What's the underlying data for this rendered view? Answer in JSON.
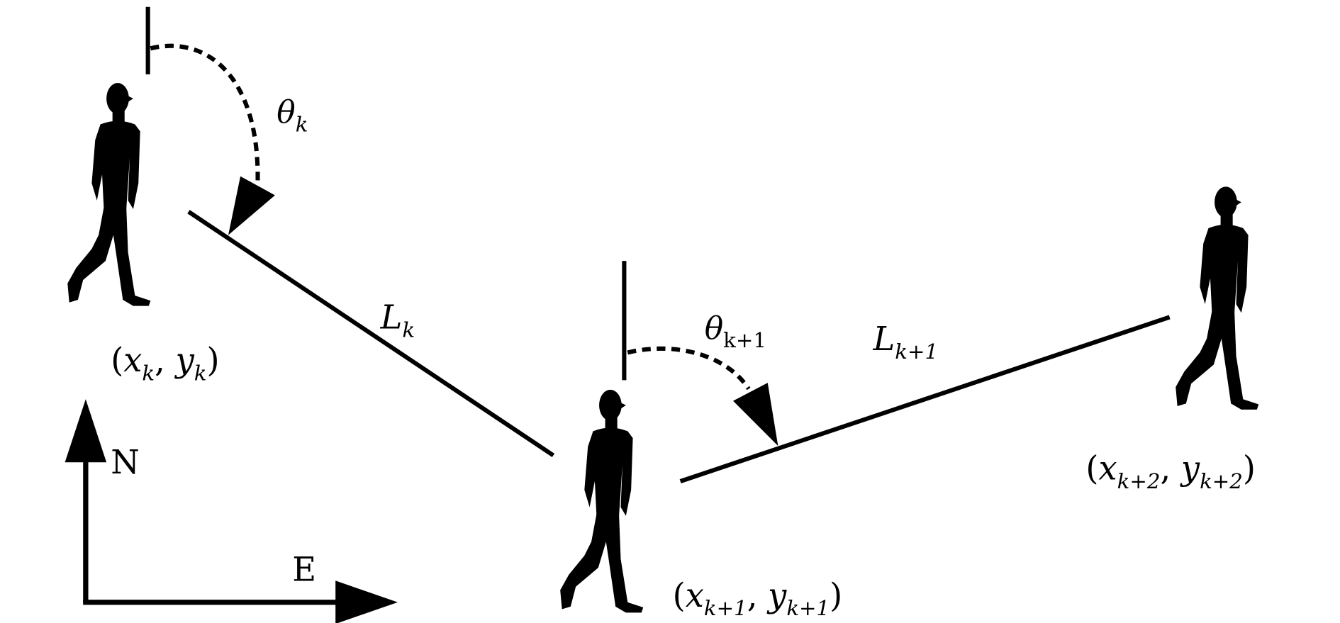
{
  "colors": {
    "ink": "#000000",
    "background": "#ffffff"
  },
  "labels": {
    "theta_k": {
      "base": "θ",
      "sub": "k"
    },
    "theta_k1": {
      "base": "θ",
      "sub": "k+1"
    },
    "L_k": {
      "base": "L",
      "sub": "k"
    },
    "L_k1": {
      "base": "L",
      "sub": "k+1"
    },
    "pos_k": {
      "open": "(",
      "x": "x",
      "xsub": "k",
      "sep": ", ",
      "y": "y",
      "ysub": "k",
      "close": ")"
    },
    "pos_k1": {
      "open": "(",
      "x": "x",
      "xsub": "k+1",
      "sep": ", ",
      "y": "y",
      "ysub": "k+1",
      "close": ")"
    },
    "pos_k2": {
      "open": "(",
      "x": "x",
      "xsub": "k+2",
      "sep": ", ",
      "y": "y",
      "ysub": "k+2",
      "close": ")"
    }
  },
  "compass": {
    "north": "N",
    "east": "E"
  },
  "icons": [
    "walking-person-silhouette"
  ]
}
